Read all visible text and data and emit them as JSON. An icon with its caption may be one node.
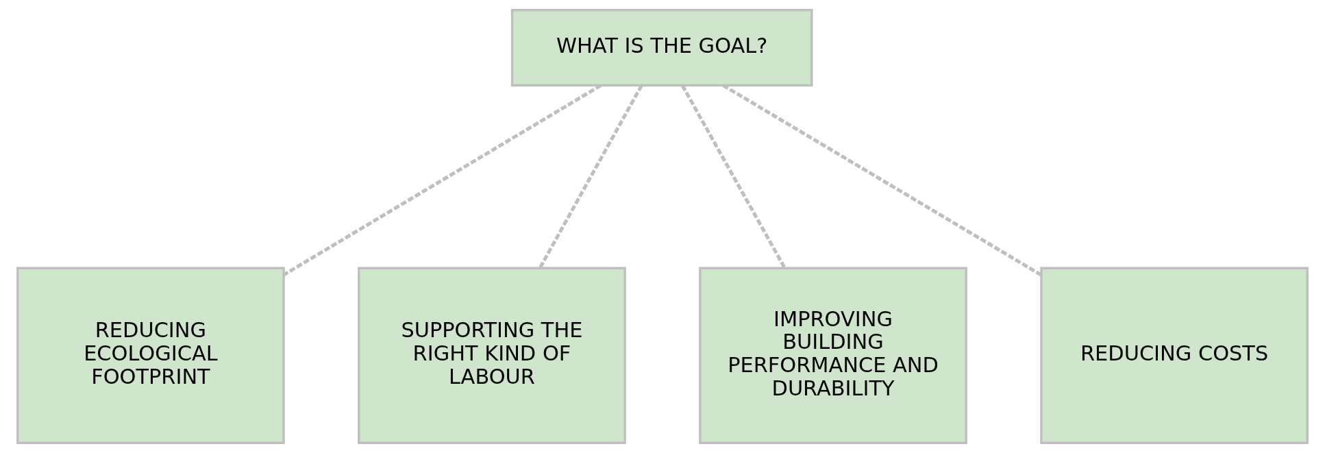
{
  "diagram": {
    "nodes": [
      {
        "text": [
          "WHAT IS THE GOAL?"
        ]
      },
      {
        "text": [
          "REDUCING ECOLOGICAL FOOTPRINT"
        ]
      },
      {
        "text": [
          "SUPPORTING THE RIGHT KIND OF LABOUR"
        ]
      },
      {
        "text": [
          "IMPROVING BUILDING PERFORMANCE AND DURABILITY"
        ]
      },
      {
        "text": [
          "REDUCING COSTS"
        ]
      }
    ],
    "edges": [
      {
        "from": 0,
        "to": 1,
        "arrow": "none",
        "style": "dashed"
      },
      {
        "from": 0,
        "to": 2,
        "arrow": "none",
        "style": "dashed"
      },
      {
        "from": 0,
        "to": 3,
        "arrow": "none",
        "style": "dashed"
      },
      {
        "from": 0,
        "to": 4,
        "arrow": "none",
        "style": "dashed"
      }
    ]
  }
}
